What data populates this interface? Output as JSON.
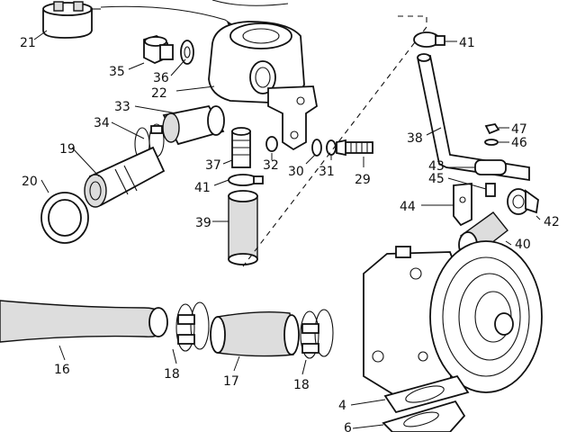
{
  "labels": {
    "p4": "4",
    "p6": "6",
    "p16": "16",
    "p17": "17",
    "p18a": "18",
    "p18b": "18",
    "p19": "19",
    "p20": "20",
    "p21": "21",
    "p22": "22",
    "p29": "29",
    "p30": "30",
    "p31": "31",
    "p32": "32",
    "p33": "33",
    "p34": "34",
    "p35": "35",
    "p36": "36",
    "p37": "37",
    "p38": "38",
    "p39": "39",
    "p40": "40",
    "p41a": "41",
    "p41b": "41",
    "p42": "42",
    "p43": "43",
    "p44": "44",
    "p45": "45",
    "p46": "46",
    "p47": "47"
  }
}
